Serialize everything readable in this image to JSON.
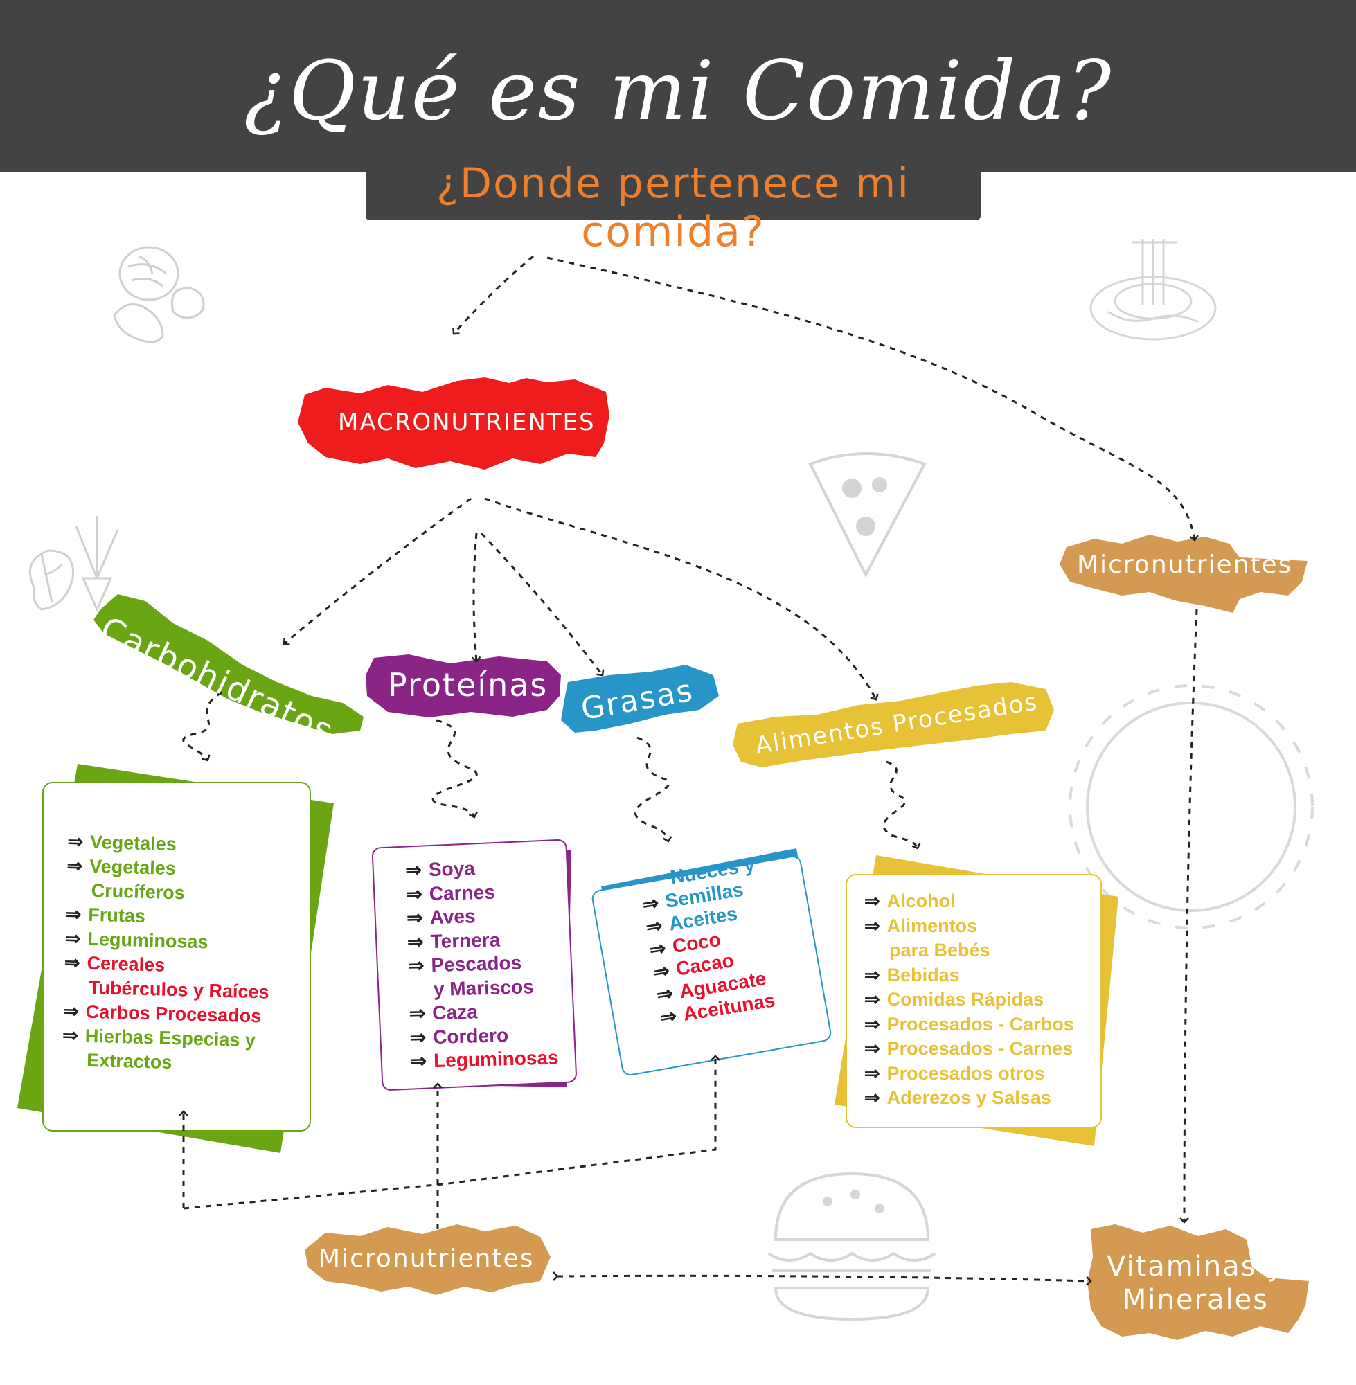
{
  "header": {
    "title": "¿Qué es mi Comida?",
    "subtitle": "¿Donde pertenece mi comida?"
  },
  "colors": {
    "header_bg": "#434343",
    "subtitle": "#f07f2c",
    "macro": "#ee1c1c",
    "carbs": "#6aa514",
    "proteins": "#8a2587",
    "fats": "#2795c8",
    "processed": "#e7c236",
    "micro": "#d49a52",
    "highlight_red": "#e8102c"
  },
  "nodes": {
    "macronutrients": "MACRONUTRIENTES",
    "carbohydrates": "Carbohidratos",
    "proteins": "Proteínas",
    "fats": "Grasas",
    "processed_foods": "Alimentos Procesados",
    "micronutrients_top": "Micronutrientes",
    "micronutrients_bottom": "Micronutrientes",
    "vitamins_minerals_line1": "Vitaminas y",
    "vitamins_minerals_line2": "Minerales"
  },
  "cards": {
    "carbohydrates": [
      {
        "text": "Vegetales",
        "cont": "",
        "highlight": false
      },
      {
        "text": "Vegetales",
        "cont": "Crucíferos",
        "highlight": false
      },
      {
        "text": "Frutas",
        "cont": "",
        "highlight": false
      },
      {
        "text": "Leguminosas",
        "cont": "",
        "highlight": false
      },
      {
        "text": "Cereales",
        "cont": "Tubérculos y Raíces",
        "highlight": true
      },
      {
        "text": "Carbos Procesados",
        "cont": "",
        "highlight": true
      },
      {
        "text": "Hierbas Especias y",
        "cont": "Extractos",
        "highlight": false
      }
    ],
    "proteins": [
      {
        "text": "Soya",
        "cont": "",
        "highlight": false
      },
      {
        "text": "Carnes",
        "cont": "",
        "highlight": false
      },
      {
        "text": "Aves",
        "cont": "",
        "highlight": false
      },
      {
        "text": "Ternera",
        "cont": "",
        "highlight": false
      },
      {
        "text": "Pescados",
        "cont": "y Mariscos",
        "highlight": false
      },
      {
        "text": "Caza",
        "cont": "",
        "highlight": false
      },
      {
        "text": "Cordero",
        "cont": "",
        "highlight": false
      },
      {
        "text": "Leguminosas",
        "cont": "",
        "highlight": true
      }
    ],
    "fats": [
      {
        "text": "Nueces y",
        "cont": "Semillas",
        "highlight": false,
        "arrow_on_cont": true
      },
      {
        "text": "Aceites",
        "cont": "",
        "highlight": false
      },
      {
        "text": "Coco",
        "cont": "",
        "highlight": true
      },
      {
        "text": "Cacao",
        "cont": "",
        "highlight": true
      },
      {
        "text": "Aguacate",
        "cont": "",
        "highlight": true
      },
      {
        "text": "Aceitunas",
        "cont": "",
        "highlight": true
      }
    ],
    "processed_foods": [
      {
        "text": "Alcohol",
        "cont": "",
        "highlight": false
      },
      {
        "text": "Alimentos",
        "cont": "para Bebés",
        "highlight": false
      },
      {
        "text": "Bebidas",
        "cont": "",
        "highlight": false
      },
      {
        "text": "Comidas Rápidas",
        "cont": "",
        "highlight": false
      },
      {
        "text": "Procesados - Carbos",
        "cont": "",
        "highlight": false
      },
      {
        "text": "Procesados - Carnes",
        "cont": "",
        "highlight": false
      },
      {
        "text": "Procesados otros",
        "cont": "",
        "highlight": false
      },
      {
        "text": "Aderezos y Salsas",
        "cont": "",
        "highlight": false
      }
    ]
  },
  "icons": [
    "nuts-icon",
    "pasta-bowl-icon",
    "pizza-slice-icon",
    "vegetables-icon",
    "lemon-slice-icon",
    "burger-icon",
    "arrow-icon"
  ]
}
